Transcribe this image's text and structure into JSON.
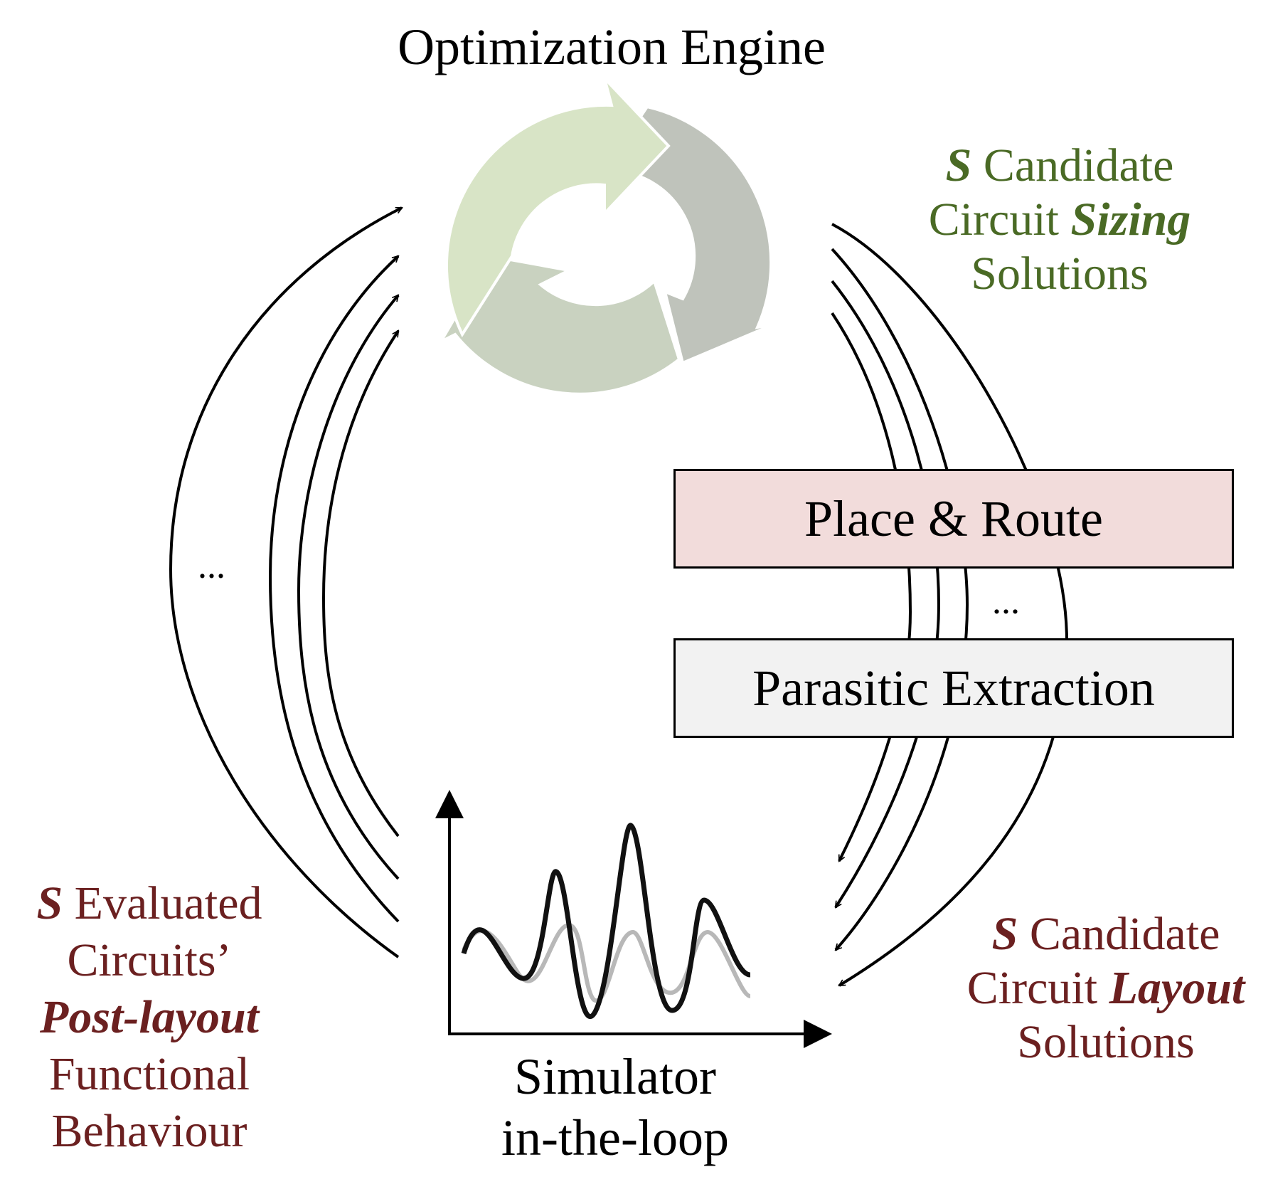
{
  "title": "Optimization Engine",
  "boxes": {
    "place_route": "Place & Route",
    "parasitic": "Parasitic Extraction"
  },
  "right_top": {
    "s": "S",
    "line1_rest": " Candidate",
    "line2_a": "Circuit ",
    "line2_b": "Sizing",
    "line3": "Solutions"
  },
  "right_bottom": {
    "s": "S",
    "line1_rest": " Candidate",
    "line2_a": "Circuit ",
    "line2_b": "Layout",
    "line3": "Solutions"
  },
  "left_bottom": {
    "s": "S",
    "line1_rest": " Evaluated",
    "line2": "Circuits’",
    "line3": "Post-layout",
    "line4": "Functional",
    "line5": "Behaviour"
  },
  "simulator": {
    "line1": "Simulator",
    "line2": "in-the-loop"
  },
  "ellipsis_left": "...",
  "ellipsis_right": "...",
  "colors": {
    "green_text": "#4a6a25",
    "maroon_text": "#6b2020",
    "place_route_fill": "#f2dcdb",
    "parasitic_fill": "#f2f2f2",
    "cycle_light": "#d8e4c6",
    "cycle_grey": "#bfc3bb",
    "cycle_mid": "#c9d2c0"
  }
}
